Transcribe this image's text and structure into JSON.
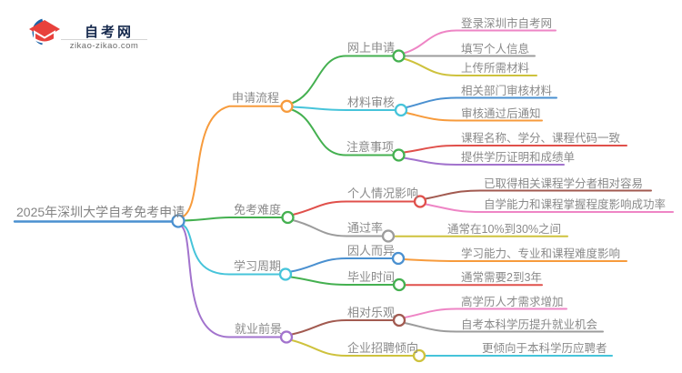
{
  "logo": {
    "title": "自考网",
    "domain": "zikao-zikao.com"
  },
  "palette": {
    "blue": "#4a90d0",
    "orange": "#f79b3c",
    "green": "#44b050",
    "cyan": "#46c4da",
    "purple": "#a273cd",
    "red": "#e0504b",
    "gray": "#9c9c9c",
    "pink": "#ee85c5",
    "olive": "#cec23d",
    "brown": "#a25a50",
    "text": "#8a8a8a",
    "logo_navy": "#16294d",
    "logo_blue": "#1c64a8",
    "logo_red": "#e8413c"
  },
  "mindmap": {
    "root": {
      "label": "2025年深圳大学自考免考申请"
    },
    "branches": [
      {
        "label": "申请流程",
        "children": [
          {
            "label": "网上申请",
            "children": [
              {
                "label": "登录深圳市自考网"
              },
              {
                "label": "填写个人信息"
              },
              {
                "label": "上传所需材料"
              }
            ]
          },
          {
            "label": "材料审核",
            "children": [
              {
                "label": "相关部门审核材料"
              },
              {
                "label": "审核通过后通知"
              }
            ]
          },
          {
            "label": "注意事项",
            "children": [
              {
                "label": "课程名称、学分、课程代码一致"
              },
              {
                "label": "提供学历证明和成绩单"
              }
            ]
          }
        ]
      },
      {
        "label": "免考难度",
        "children": [
          {
            "label": "个人情况影响",
            "children": [
              {
                "label": "已取得相关课程学分者相对容易"
              },
              {
                "label": "自学能力和课程掌握程度影响成功率"
              }
            ]
          },
          {
            "label": "通过率",
            "children": [
              {
                "label": "通常在10%到30%之间"
              }
            ]
          }
        ]
      },
      {
        "label": "学习周期",
        "children": [
          {
            "label": "因人而异",
            "children": [
              {
                "label": "学习能力、专业和课程难度影响"
              }
            ]
          },
          {
            "label": "毕业时间",
            "children": [
              {
                "label": "通常需要2到3年"
              }
            ]
          }
        ]
      },
      {
        "label": "就业前景",
        "children": [
          {
            "label": "相对乐观",
            "children": [
              {
                "label": "高学历人才需求增加"
              },
              {
                "label": "自考本科学历提升就业机会"
              }
            ]
          },
          {
            "label": "企业招聘倾向",
            "children": [
              {
                "label": "更倾向于本科学历应聘者"
              }
            ]
          }
        ]
      }
    ]
  }
}
